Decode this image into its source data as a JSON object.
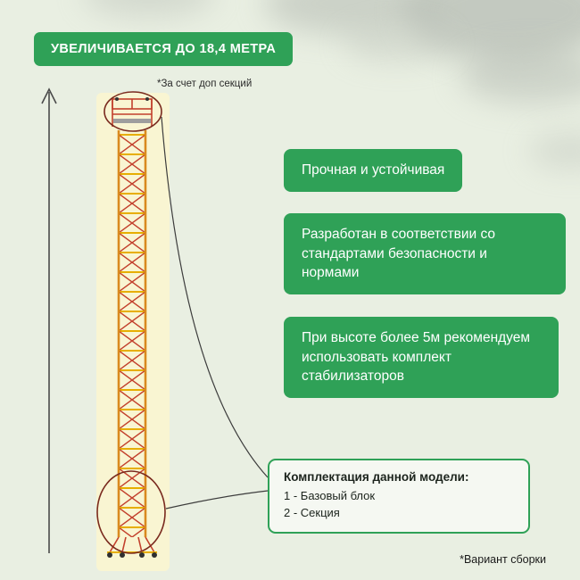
{
  "banner": {
    "title": "УВЕЛИЧИВАЕТСЯ ДО 18,4 МЕТРА",
    "note": "*За счет доп секций"
  },
  "features": [
    {
      "text": "Прочная и устойчивая"
    },
    {
      "text": "Разработан в соответствии со стандартами безопасности и нормами"
    },
    {
      "text": "При высоте более 5м рекомендуем использовать комплект стабилизаторов"
    }
  ],
  "kit": {
    "title": "Комплектация данной модели:",
    "items": [
      "1 - Базовый блок",
      "2 - Секция"
    ]
  },
  "footer_note": "*Вариант сборки",
  "colors": {
    "accent_green": "#2fa157",
    "background": "#e9efe2",
    "band_yellow": "#f9f5d2",
    "tower_red": "#c2402c",
    "tower_yellow": "#e7ae00",
    "circle_outline": "#7a2a1e"
  }
}
